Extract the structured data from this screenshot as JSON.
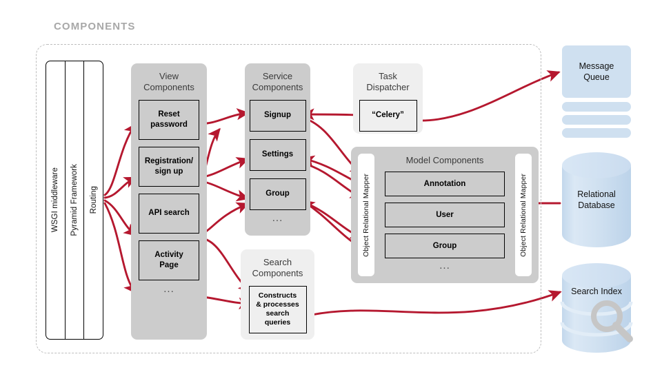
{
  "diagram": {
    "title": "COMPONENTS",
    "accent_color": "#b5182f",
    "column_color": "#cccccc",
    "light_column_color": "#efefef",
    "store_color": "#cfe0f0",
    "title_color": "#a8a8a8"
  },
  "stack": {
    "segments": [
      {
        "label": "WSGI middleware"
      },
      {
        "label": "Pyramid Framework"
      },
      {
        "label": "Routing"
      }
    ]
  },
  "view_components": {
    "title": "View\nComponents",
    "items": [
      {
        "label": "Reset\npassword"
      },
      {
        "label": "Registration/\nsign up"
      },
      {
        "label": "API search"
      },
      {
        "label": "Activity\nPage"
      }
    ],
    "ellipsis": "..."
  },
  "service_components": {
    "title": "Service\nComponents",
    "items": [
      {
        "label": "Signup"
      },
      {
        "label": "Settings"
      },
      {
        "label": "Group"
      }
    ],
    "ellipsis": "..."
  },
  "task_dispatcher": {
    "title": "Task\nDispatcher",
    "items": [
      {
        "label": "“Celery”"
      }
    ]
  },
  "search_components": {
    "title": "Search\nComponents",
    "items": [
      {
        "label": "Constructs\n& processes\nsearch\nqueries"
      }
    ]
  },
  "model_components": {
    "title": "Model Components",
    "orm_left_label": "Object Relational Mapper",
    "orm_right_label": "Object Relational Mapper",
    "items": [
      {
        "label": "Annotation"
      },
      {
        "label": "User"
      },
      {
        "label": "Group"
      }
    ],
    "ellipsis": "..."
  },
  "data_stores": [
    {
      "name": "message-queue",
      "label": "Message\nQueue",
      "shape": "queue-stack"
    },
    {
      "name": "relational-database",
      "label": "Relational\nDatabase",
      "shape": "cylinder"
    },
    {
      "name": "search-index",
      "label": "Search Index",
      "shape": "disc-stack-cylinder",
      "icon": "magnifier-icon"
    }
  ]
}
